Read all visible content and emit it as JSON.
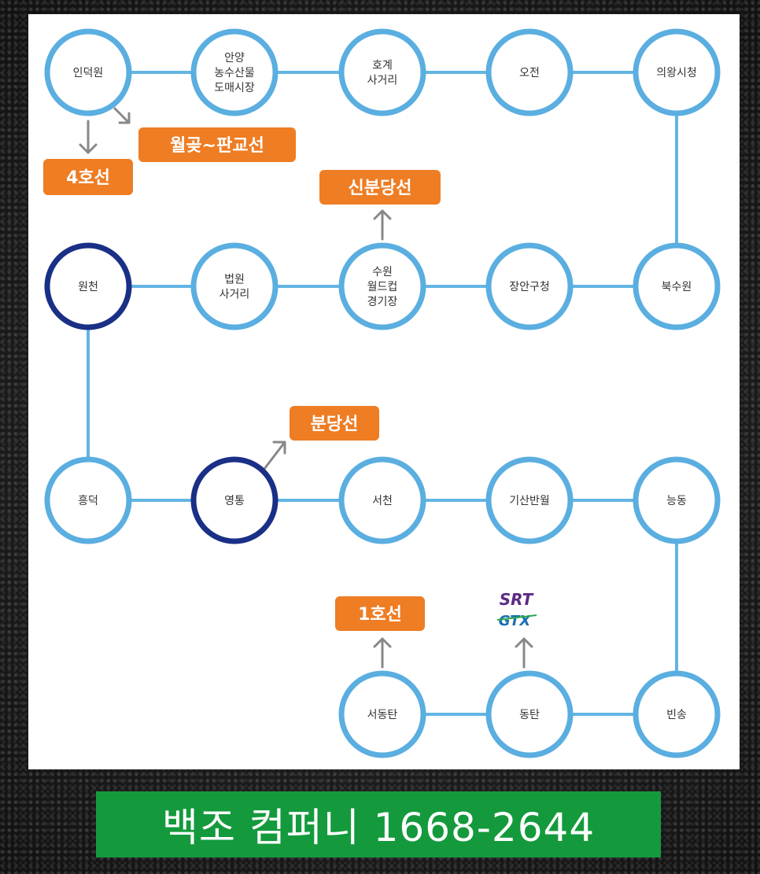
{
  "stations": {
    "indeogwon": [
      "인덕원"
    ],
    "anyang_market": [
      "안양",
      "농수산물",
      "도매시장"
    ],
    "hogye": [
      "호계",
      "사거리"
    ],
    "ojeon": [
      "오전"
    ],
    "uiwang": [
      "의왕시청"
    ],
    "bugsuwon": [
      "북수원"
    ],
    "jangan": [
      "장안구청"
    ],
    "worldcup": [
      "수원",
      "월드컵",
      "경기장"
    ],
    "beobwon": [
      "법원",
      "사거리"
    ],
    "woncheon": [
      "원천"
    ],
    "heungdeok": [
      "흥덕"
    ],
    "yeongtong": [
      "영통"
    ],
    "seocheon": [
      "서천"
    ],
    "gisan": [
      "기산반월"
    ],
    "neungdong": [
      "능동"
    ],
    "binsong": [
      "빈송"
    ],
    "dongtan": [
      "동탄"
    ],
    "seodongtan": [
      "서동탄"
    ]
  },
  "tags": {
    "line4": "4호선",
    "wolgot": "월곶~판교선",
    "sinbundang": "신분당선",
    "bundang": "분당선",
    "line1": "1호선"
  },
  "logos": {
    "srt": "SRT",
    "gtx": "GTX"
  },
  "colors": {
    "line": "#63b5e3",
    "ring": "#5aaee0",
    "transfer_ring": "#1a2f86",
    "tag": "#ee7d24",
    "arrow": "#888888",
    "footer": "#149a3c"
  },
  "footer": {
    "text": "백조 컴퍼니 1668-2644"
  }
}
